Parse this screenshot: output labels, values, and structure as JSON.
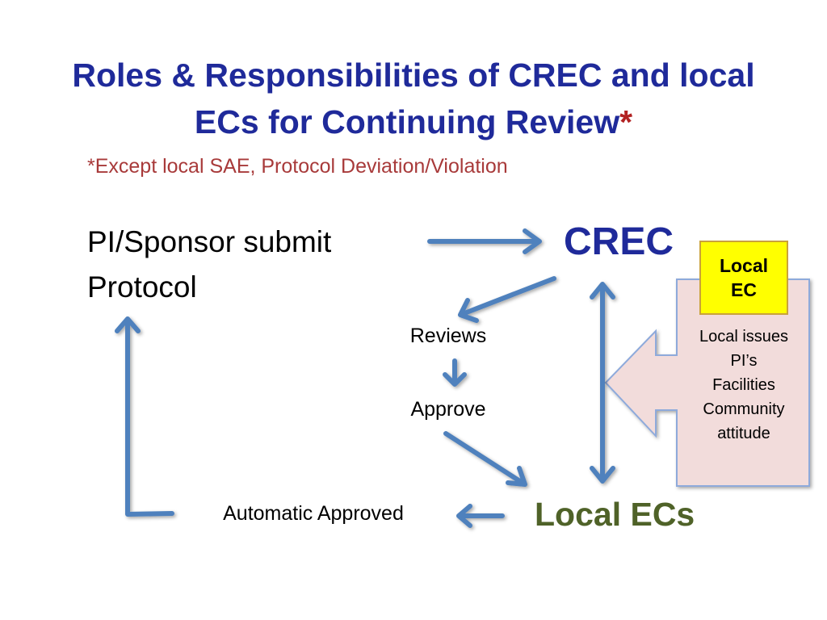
{
  "title": {
    "line1": "Roles & Responsibilities of CREC and local",
    "line2": "ECs for Continuing Review",
    "star": "*"
  },
  "subtitle": "*Except local SAE, Protocol Deviation/Violation",
  "nodes": {
    "submit_line1": "PI/Sponsor submit",
    "submit_line2": "Protocol",
    "crec": "CREC",
    "reviews": "Reviews",
    "approve": "Approve",
    "local_ecs": "Local ECs",
    "automatic_approved": "Automatic Approved"
  },
  "callout": {
    "box_line1": "Local",
    "box_line2": "EC",
    "items": [
      "Local issues",
      "PI’s",
      "Facilities",
      "Community",
      "attitude"
    ]
  },
  "colors": {
    "arrow": "#4f81bd",
    "title": "#1f2a9a",
    "subtitle": "#a83a3a",
    "local_ecs": "#4f6228",
    "callout_fill": "#f2dcdb",
    "callout_box": "#ffff00"
  }
}
